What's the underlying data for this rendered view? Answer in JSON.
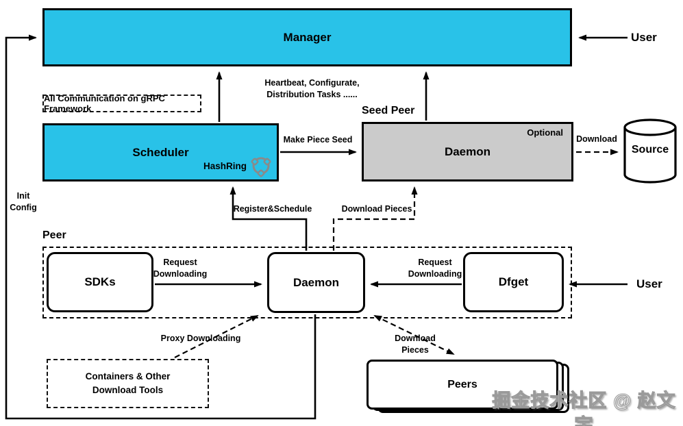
{
  "colors": {
    "node_cyan": "#29c2e8",
    "node_gray": "#cbcbcb",
    "line_black": "#000000",
    "hashring_gray": "#8a8a8a"
  },
  "nodes": {
    "manager": {
      "label": "Manager"
    },
    "scheduler": {
      "label": "Scheduler",
      "hashring_label": "HashRing"
    },
    "seed_daemon": {
      "label": "Daemon",
      "optional_label": "Optional"
    },
    "source": {
      "label": "Source"
    },
    "sdks": {
      "label": "SDKs"
    },
    "peer_daemon": {
      "label": "Daemon"
    },
    "dfget": {
      "label": "Dfget"
    },
    "containers": {
      "label": "Containers & Other\nDownload Tools"
    },
    "peers": {
      "label": "Peers"
    }
  },
  "groups": {
    "seed_peer": {
      "label": "Seed Peer"
    },
    "peer": {
      "label": "Peer"
    }
  },
  "actors": {
    "user_top": "User",
    "user_bottom": "User"
  },
  "edges": {
    "grpc_note": "All Communication on gRPC Framework",
    "heartbeat": "Heartbeat, Configurate,\nDistribution Tasks ......",
    "make_piece_seed": "Make Piece Seed",
    "download": "Download",
    "init_config": "Init\nConfig",
    "register_schedule": "Register&Schedule",
    "download_pieces_seed": "Download Pieces",
    "request_downloading_left": "Request\nDownloading",
    "request_downloading_right": "Request\nDownloading",
    "proxy_downloading": "Proxy Downloading",
    "download_pieces_peers": "Download Pieces"
  },
  "watermark": "掘金技术社区 @ 赵文宇"
}
